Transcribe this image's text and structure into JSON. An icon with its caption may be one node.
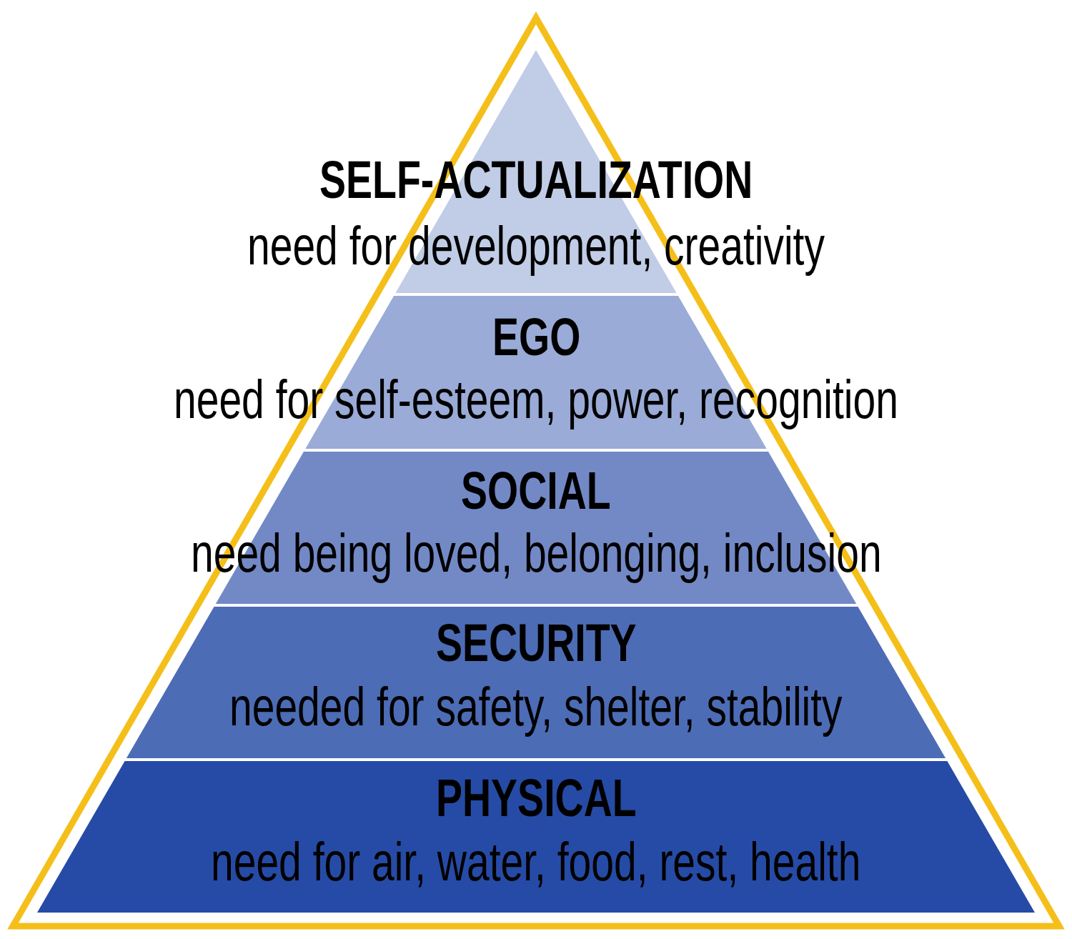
{
  "diagram": {
    "nodes": [
      {
        "text": [
          "SELF-ACTUALIZATION",
          "need for development, creativity"
        ]
      },
      {
        "text": [
          "EGO",
          "need for self-esteem, power, recognition"
        ]
      },
      {
        "text": [
          "SOCIAL",
          "need being loved, belonging, inclusion"
        ]
      },
      {
        "text": [
          "SECURITY",
          "needed for safety, shelter, stability"
        ]
      },
      {
        "text": [
          "PHYSICAL",
          "need for air, water, food, rest, health"
        ]
      }
    ]
  }
}
